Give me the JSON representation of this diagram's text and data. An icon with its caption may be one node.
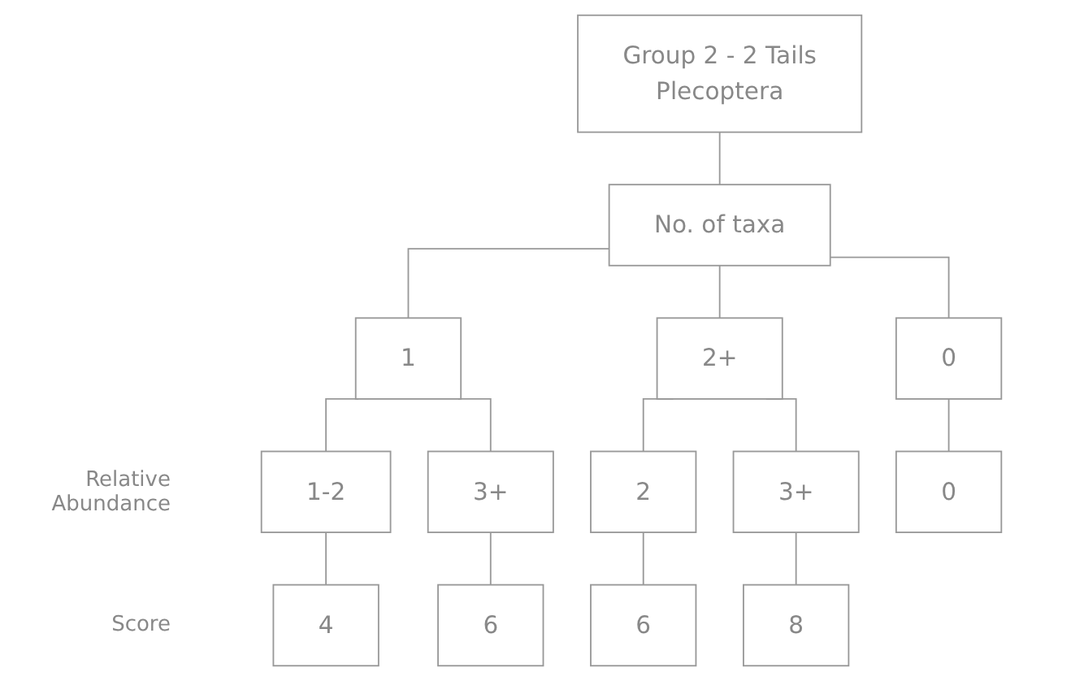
{
  "diagram": {
    "nodes": [
      {
        "text": [
          "Group 2 - 2 Tails",
          "Plecoptera"
        ]
      },
      {
        "text": [
          "No. of taxa"
        ]
      },
      {
        "text": [
          "0"
        ]
      },
      {
        "text": [
          "1"
        ]
      },
      {
        "text": [
          "2+"
        ]
      },
      {
        "text": [
          "1-2"
        ]
      },
      {
        "text": [
          "3+"
        ]
      },
      {
        "text": [
          "2"
        ]
      },
      {
        "text": [
          "3+"
        ]
      },
      {
        "text": [
          "0"
        ]
      },
      {
        "text": [
          "4"
        ]
      },
      {
        "text": [
          "6"
        ]
      },
      {
        "text": [
          "6"
        ]
      },
      {
        "text": [
          "8"
        ]
      }
    ],
    "edges": [
      {
        "from": 0,
        "to": 1,
        "arrow": "none"
      },
      {
        "from": 1,
        "to": 2,
        "arrow": "none"
      },
      {
        "from": 1,
        "to": 3,
        "arrow": "none"
      },
      {
        "from": 1,
        "to": 4,
        "arrow": "none"
      },
      {
        "from": 2,
        "to": 9,
        "arrow": "none"
      },
      {
        "from": 3,
        "to": 5,
        "arrow": "none"
      },
      {
        "from": 3,
        "to": 6,
        "arrow": "none"
      },
      {
        "from": 4,
        "to": 7,
        "arrow": "none"
      },
      {
        "from": 4,
        "to": 8,
        "arrow": "none"
      },
      {
        "from": 5,
        "to": 10,
        "arrow": "none"
      },
      {
        "from": 6,
        "to": 11,
        "arrow": "none"
      },
      {
        "from": 7,
        "to": 12,
        "arrow": "none"
      },
      {
        "from": 8,
        "to": 13,
        "arrow": "none"
      }
    ],
    "labels": [
      "Relative Abundance",
      "Score"
    ]
  }
}
